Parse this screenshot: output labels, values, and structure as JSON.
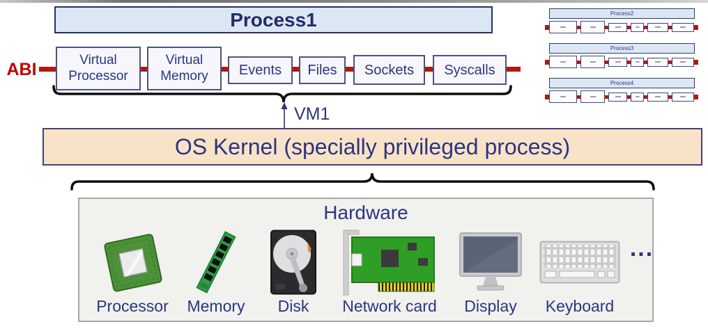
{
  "abi": {
    "label": "ABI"
  },
  "process1": {
    "title": "Process1",
    "components": [
      "Virtual Processor",
      "Virtual Memory",
      "Events",
      "Files",
      "Sockets",
      "Syscalls"
    ]
  },
  "vm1": {
    "label": "VM1"
  },
  "os_kernel": {
    "label": "OS Kernel (specially privileged process)"
  },
  "hardware": {
    "title": "Hardware",
    "items": [
      {
        "label": "Processor",
        "icon": "cpu-chip-icon"
      },
      {
        "label": "Memory",
        "icon": "memory-stick-icon"
      },
      {
        "label": "Disk",
        "icon": "hard-disk-icon"
      },
      {
        "label": "Network card",
        "icon": "network-card-icon"
      },
      {
        "label": "Display",
        "icon": "monitor-icon"
      },
      {
        "label": "Keyboard",
        "icon": "keyboard-icon"
      }
    ],
    "more": "..."
  },
  "mini_processes": [
    {
      "title": "Process2"
    },
    {
      "title": "Process3"
    },
    {
      "title": "Process4"
    }
  ],
  "colors": {
    "navy_text": "#2c357f",
    "abi_red": "#c00000",
    "bus_red": "#b2180c",
    "process_fill": "#dbe7f4",
    "component_fill": "#f6f6fb",
    "kernel_fill": "#f9e3c8",
    "hardware_fill": "#f1f1ee",
    "pcb_green": "#2f9e27"
  }
}
